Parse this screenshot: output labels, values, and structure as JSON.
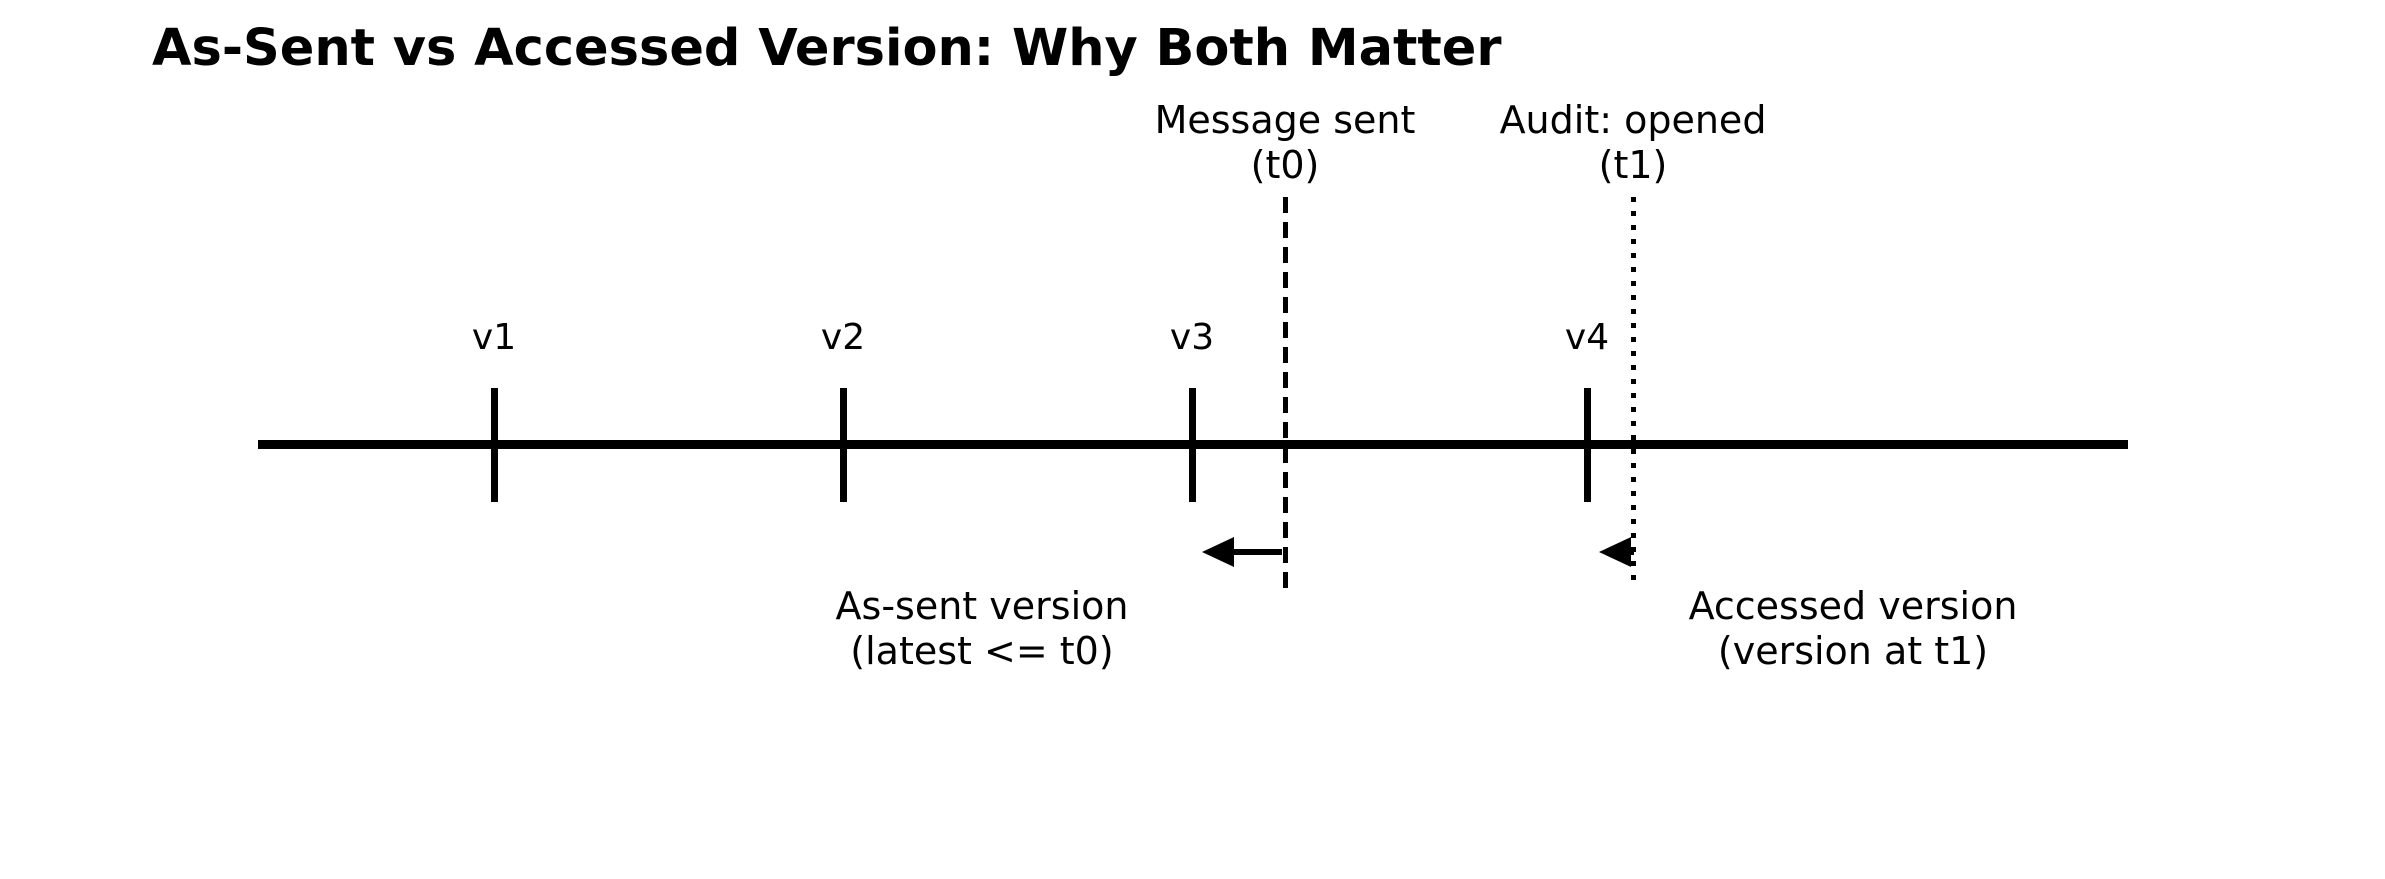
{
  "title": "As-Sent vs Accessed Version: Why Both Matter",
  "timeline": {
    "versions": [
      {
        "label": "v1"
      },
      {
        "label": "v2"
      },
      {
        "label": "v3"
      },
      {
        "label": "v4"
      }
    ],
    "events": [
      {
        "line1": "Message sent",
        "line2": "(t0)",
        "line_style": "dashed"
      },
      {
        "line1": "Audit: opened",
        "line2": "(t1)",
        "line_style": "dotted"
      }
    ],
    "annotations": [
      {
        "line1": "As-sent version",
        "line2": "(latest <= t0)"
      },
      {
        "line1": "Accessed version",
        "line2": "(version at t1)"
      }
    ]
  },
  "colors": {
    "ink": "#000000",
    "background": "#ffffff"
  }
}
